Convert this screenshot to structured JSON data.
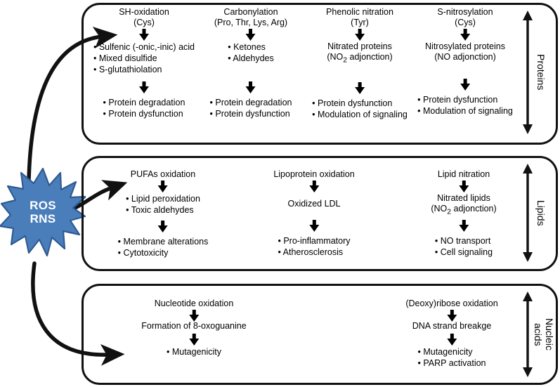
{
  "source": {
    "burst_label_line1": "ROS",
    "burst_label_line2": "RNS",
    "burst_color": "#4a7ebb",
    "burst_stroke": "#2f5b92",
    "burst_text_color": "#ffffff"
  },
  "panels": [
    {
      "id": "proteins",
      "side_label": "Proteins",
      "columns": [
        {
          "header_line1": "SH-oxidation",
          "header_line2": "(Cys)",
          "products": [
            "• Sulfenic (-onic,-inic) acid",
            "• Mixed disulfide",
            "• S-glutathiolation"
          ],
          "effects": [
            "• Protein degradation",
            "• Protein dysfunction"
          ]
        },
        {
          "header_line1": "Carbonylation",
          "header_line2": "(Pro, Thr, Lys, Arg)",
          "products": [
            "• Ketones",
            "• Aldehydes"
          ],
          "effects": [
            "• Protein degradation",
            "• Protein dysfunction"
          ]
        },
        {
          "header_line1": "Phenolic nitration",
          "header_line2": "(Tyr)",
          "products_center_line1": "Nitrated proteins",
          "products_center_line2_pre": "(NO",
          "products_center_line2_sub": "2",
          "products_center_line2_post": " adjonction)",
          "effects": [
            "• Protein dysfunction",
            "• Modulation of signaling"
          ]
        },
        {
          "header_line1": "S-nitrosylation",
          "header_line2": "(Cys)",
          "products_center_line1": "Nitrosylated proteins",
          "products_center_line2": "(NO adjonction)",
          "effects": [
            "• Protein dysfunction",
            "• Modulation of signaling"
          ]
        }
      ]
    },
    {
      "id": "lipids",
      "side_label": "Lipids",
      "columns": [
        {
          "header_line1": "PUFAs oxidation",
          "products": [
            "• Lipid peroxidation",
            "• Toxic aldehydes"
          ],
          "effects": [
            "• Membrane alterations",
            "• Cytotoxicity"
          ]
        },
        {
          "header_line1": "Lipoprotein oxidation",
          "products_center_line1": "Oxidized LDL",
          "effects": [
            "• Pro-inflammatory",
            "• Atherosclerosis"
          ]
        },
        {
          "header_line1": "Lipid nitration",
          "products_center_line1": "Nitrated lipids",
          "products_center_line2_pre": "(NO",
          "products_center_line2_sub": "2",
          "products_center_line2_post": " adjonction)",
          "effects": [
            "• NO transport",
            "• Cell signaling"
          ]
        }
      ]
    },
    {
      "id": "nucleic",
      "side_label_line1": "Nucleic",
      "side_label_line2": "acids",
      "columns": [
        {
          "header_line1": "Nucleotide oxidation",
          "products_center_line1": "Formation of 8-oxoguanine",
          "effects": [
            "• Mutagenicity"
          ]
        },
        {
          "header_line1": "(Deoxy)ribose oxidation",
          "products_center_line1": "DNA strand breakge",
          "effects": [
            "• Mutagenicity",
            "• PARP activation"
          ]
        }
      ]
    }
  ]
}
